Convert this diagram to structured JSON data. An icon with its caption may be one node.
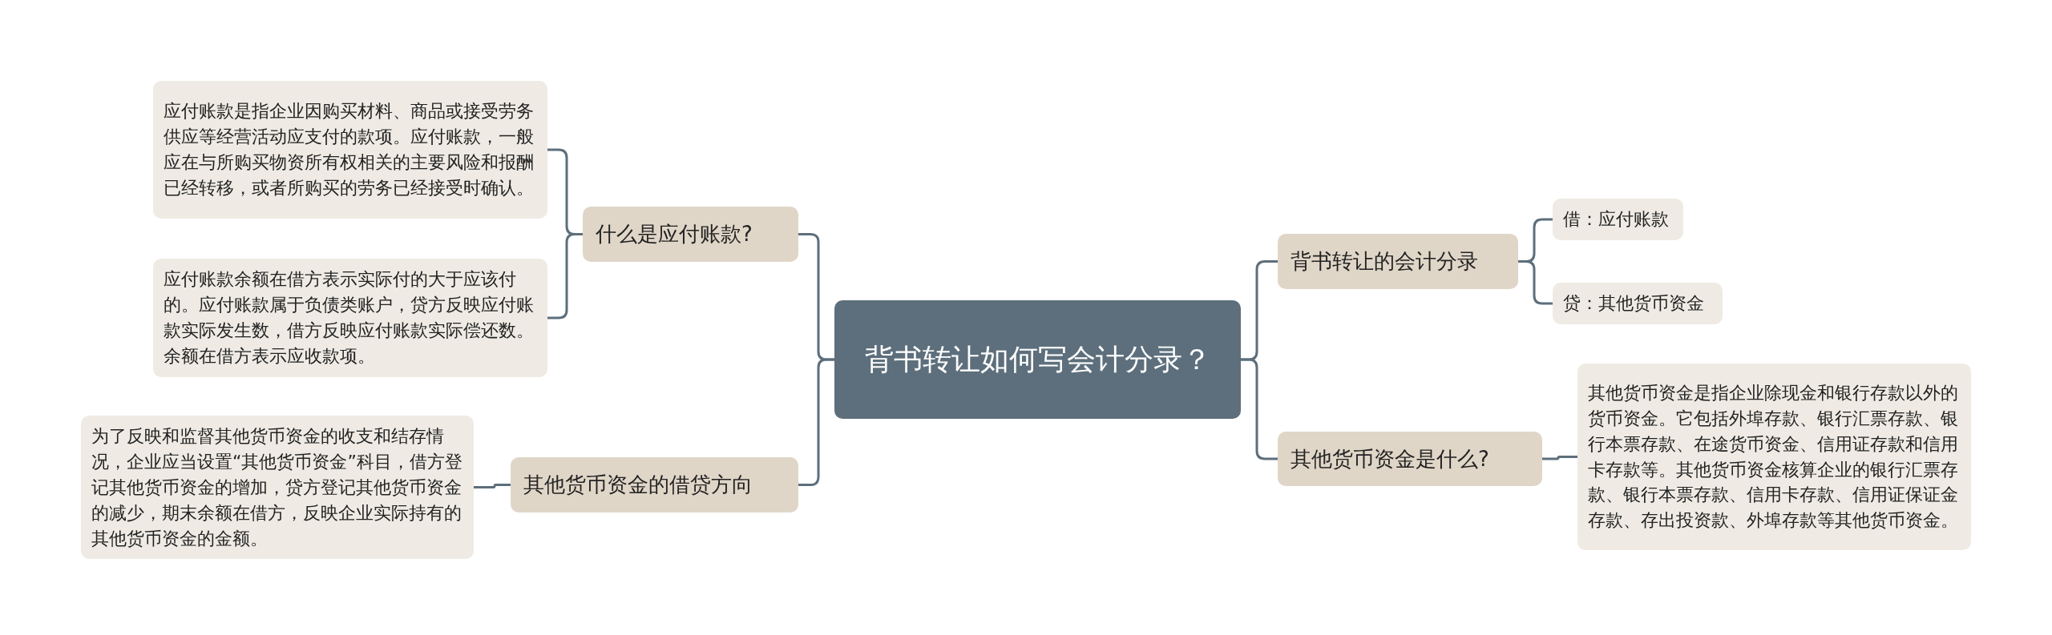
{
  "diagram": {
    "nodes": [
      {
        "text": [
          "背书转让如何写会计分录？"
        ]
      },
      {
        "text": [
          "什么是应付账款?"
        ]
      },
      {
        "text": [
          "应付账款是指企业因购买材料、商品或接受劳务供应等经营活动应支付的款项。应付账款，一般应在与所购买物资所有权相关的主要风险和报酬已经转移，或者所购买的劳务已经接受时确认。"
        ]
      },
      {
        "text": [
          "应付账款余额在借方表示实际付的大于应该付的。应付账款属于负债类账户，贷方反映应付账款实际发生数，借方反映应付账款实际偿还数。余额在借方表示应收款项。"
        ]
      },
      {
        "text": [
          "其他货币资金的借贷方向"
        ]
      },
      {
        "text": [
          "为了反映和监督其他货币资金的收支和结存情况，企业应当设置“其他货币资金”科目，借方登记其他货币资金的增加，贷方登记其他货币资金的减少，期末余额在借方，反映企业实际持有的其他货币资金的金额。"
        ]
      },
      {
        "text": [
          "背书转让的会计分录"
        ]
      },
      {
        "text": [
          "借：应付账款"
        ]
      },
      {
        "text": [
          "贷：其他货币资金"
        ]
      },
      {
        "text": [
          "其他货币资金是什么?"
        ]
      },
      {
        "text": [
          "其他货币资金是指企业除现金和银行存款以外的货币资金。它包括外埠存款、银行汇票存款、银行本票存款、在途货币资金、信用证存款和信用卡存款等。其他货币资金核算企业的银行汇票存款、银行本票存款、信用卡存款、信用证保证金存款、存出投资款、外埠存款等其他货币资金。"
        ]
      }
    ],
    "edges": [
      {
        "from": 0,
        "to": 1,
        "arrow": "none"
      },
      {
        "from": 1,
        "to": 2,
        "arrow": "none"
      },
      {
        "from": 1,
        "to": 3,
        "arrow": "none"
      },
      {
        "from": 0,
        "to": 4,
        "arrow": "none"
      },
      {
        "from": 4,
        "to": 5,
        "arrow": "none"
      },
      {
        "from": 0,
        "to": 6,
        "arrow": "none"
      },
      {
        "from": 6,
        "to": 7,
        "arrow": "none"
      },
      {
        "from": 6,
        "to": 8,
        "arrow": "none"
      },
      {
        "from": 0,
        "to": 9,
        "arrow": "none"
      },
      {
        "from": 9,
        "to": 10,
        "arrow": "none"
      }
    ]
  }
}
